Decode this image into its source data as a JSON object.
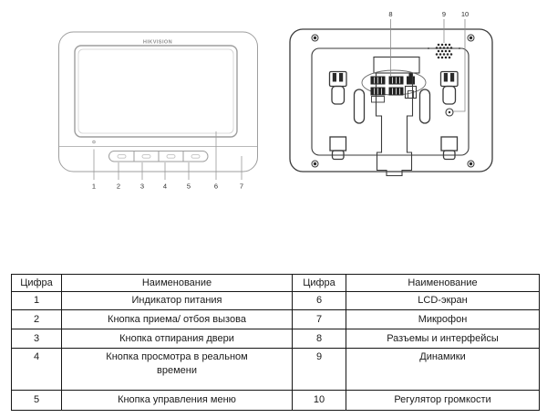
{
  "diagram": {
    "brand": "HIKVISION",
    "front_callouts": [
      "1",
      "2",
      "3",
      "4",
      "5",
      "6",
      "7"
    ],
    "back_callouts": [
      "8",
      "9",
      "10"
    ]
  },
  "table": {
    "headers": [
      "Цифра",
      "Наименование",
      "Цифра",
      "Наименование"
    ],
    "rows": [
      [
        "1",
        "Индикатор питания",
        "6",
        "LCD-экран"
      ],
      [
        "2",
        "Кнопка приема/ отбоя вызова",
        "7",
        "Микрофон"
      ],
      [
        "3",
        "Кнопка отпирания двери",
        "8",
        "Разъемы и интерфейсы"
      ],
      [
        "4",
        "Кнопка просмотра в реальном времени",
        "9",
        "Динамики"
      ],
      [
        "5",
        "Кнопка управления меню",
        "10",
        "Регулятор громкости"
      ]
    ]
  }
}
